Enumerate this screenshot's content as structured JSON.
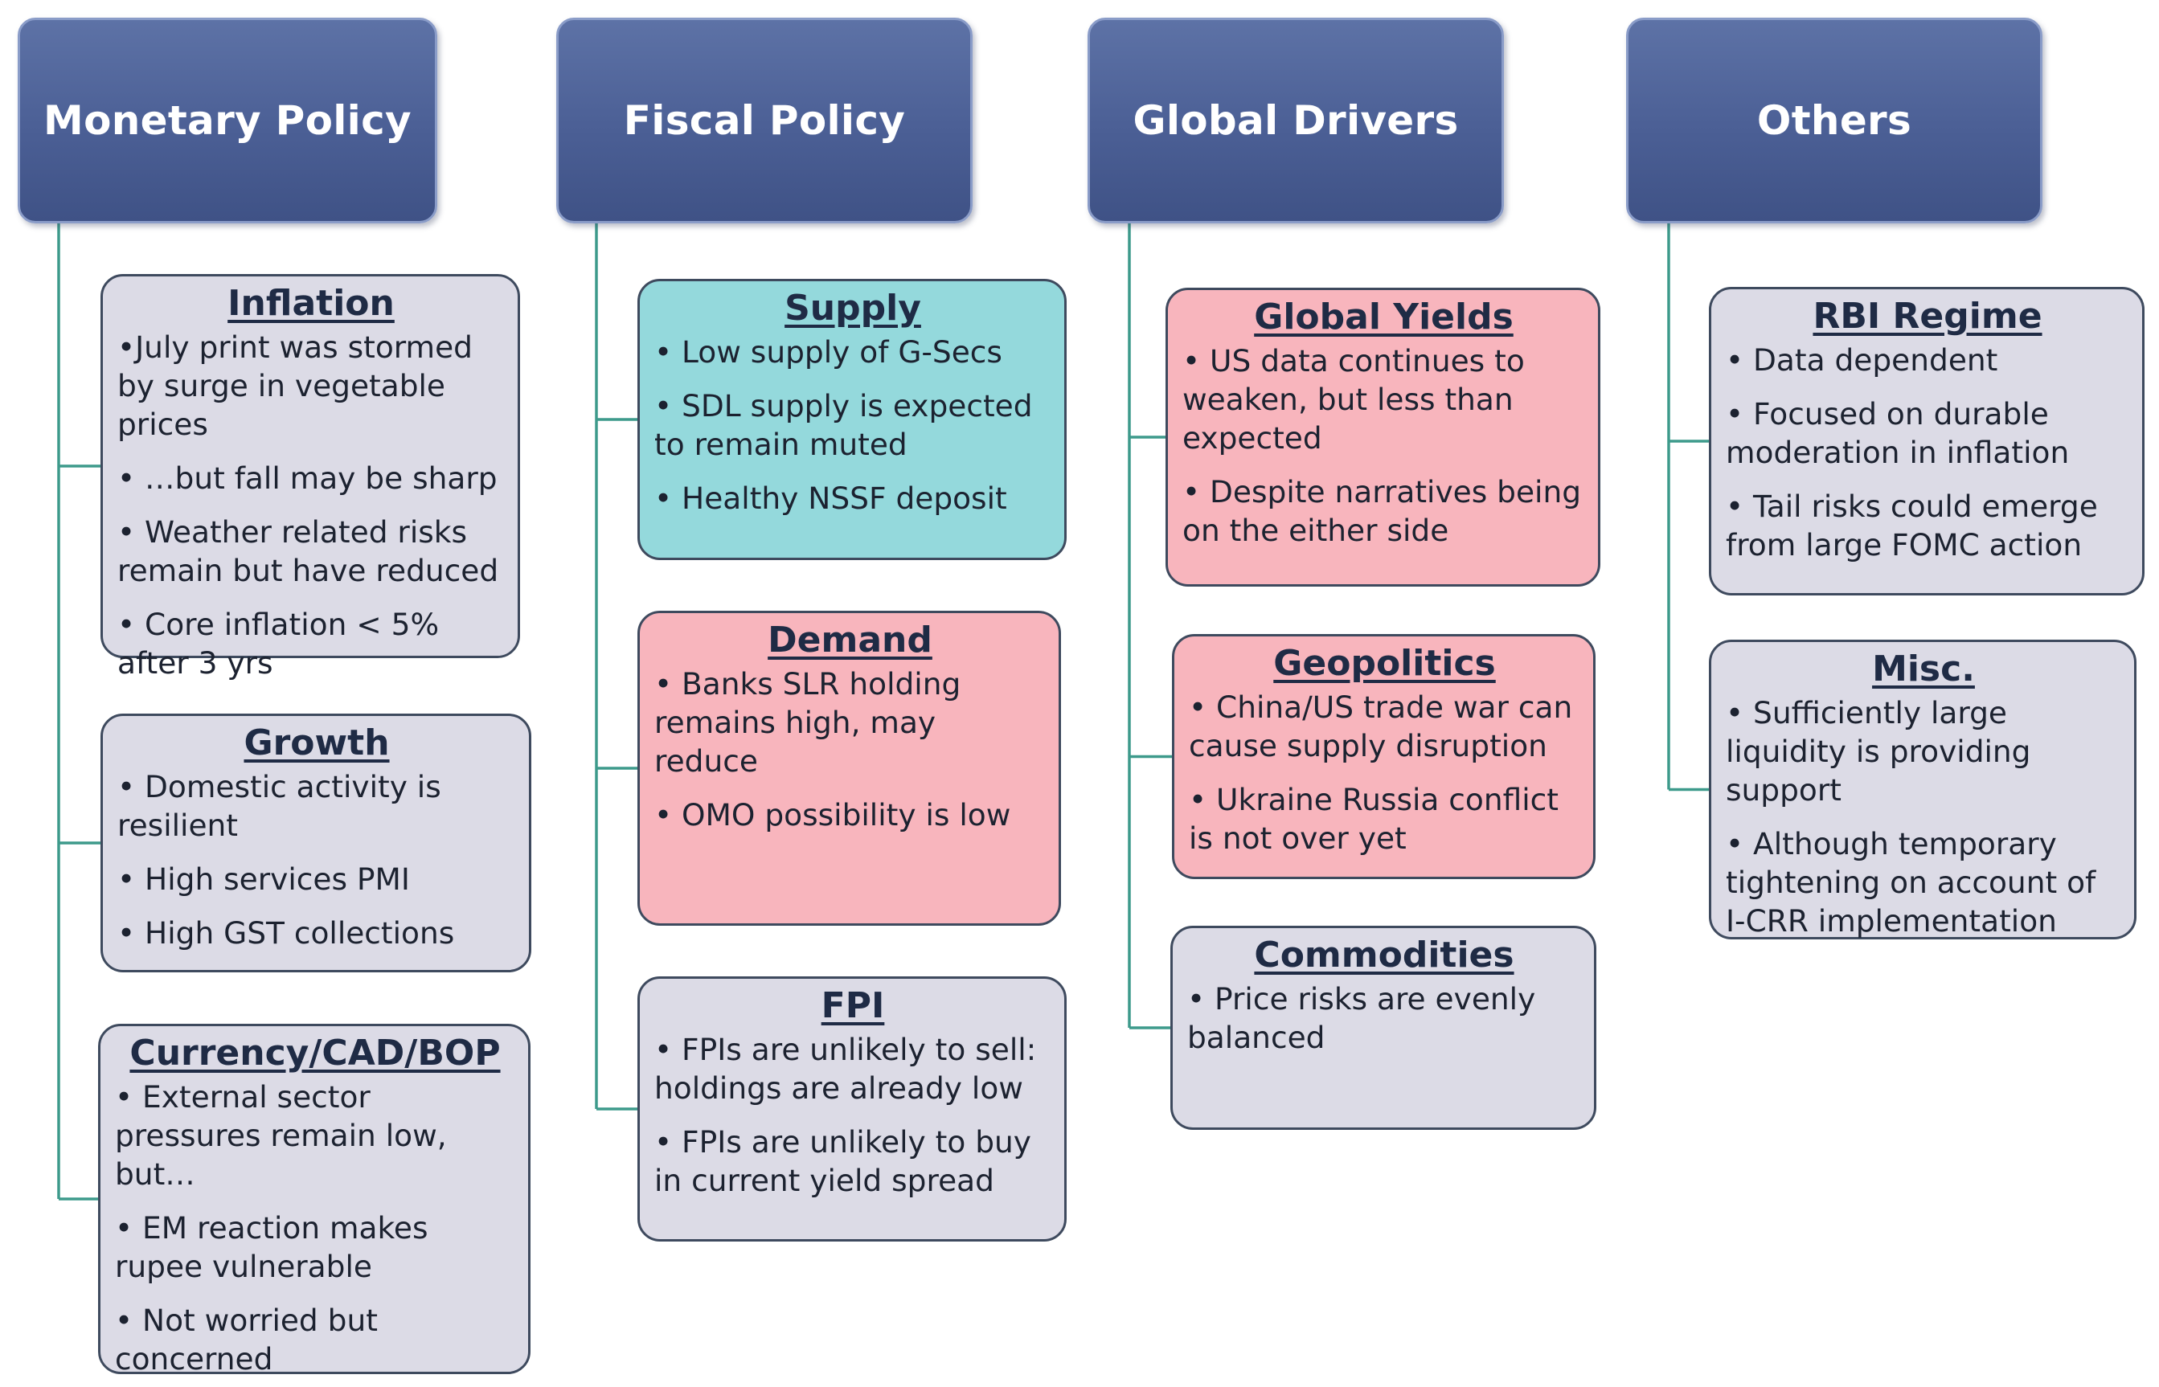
{
  "columns": [
    {
      "title": "Monetary Policy",
      "cards": [
        {
          "title": "Inflation",
          "color": "gray",
          "bullets": [
            "•July print was stormed by surge in vegetable prices",
            "• …but fall may be sharp",
            "• Weather related risks remain but have reduced",
            "• Core inflation < 5% after 3 yrs"
          ]
        },
        {
          "title": "Growth",
          "color": "gray",
          "bullets": [
            "• Domestic activity is resilient",
            "• High services PMI",
            "• High GST collections"
          ]
        },
        {
          "title": "Currency/CAD/BOP",
          "color": "gray",
          "bullets": [
            "• External sector pressures remain low, but…",
            "• EM reaction makes rupee vulnerable",
            "•  Not worried but concerned"
          ]
        }
      ]
    },
    {
      "title": "Fiscal Policy",
      "cards": [
        {
          "title": "Supply",
          "color": "teal",
          "bullets": [
            "• Low supply of G-Secs",
            "• SDL supply is expected to remain muted",
            "• Healthy NSSF deposit"
          ]
        },
        {
          "title": "Demand",
          "color": "pink",
          "bullets": [
            "• Banks SLR holding remains high, may reduce",
            "• OMO possibility is low"
          ]
        },
        {
          "title": "FPI",
          "color": "gray",
          "bullets": [
            "• FPIs are unlikely to sell: holdings are already low",
            "• FPIs are unlikely to buy in current yield spread"
          ]
        }
      ]
    },
    {
      "title": "Global Drivers",
      "cards": [
        {
          "title": "Global Yields",
          "color": "pink",
          "bullets": [
            "• US data continues to weaken, but less than expected",
            "• Despite narratives being on the either side"
          ]
        },
        {
          "title": "Geopolitics",
          "color": "pink",
          "bullets": [
            "• China/US trade war can cause supply disruption",
            "• Ukraine Russia conflict is not over yet"
          ]
        },
        {
          "title": "Commodities",
          "color": "gray",
          "bullets": [
            "• Price risks are evenly balanced"
          ]
        }
      ]
    },
    {
      "title": "Others",
      "cards": [
        {
          "title": "RBI Regime",
          "color": "gray",
          "bullets": [
            "• Data dependent",
            "• Focused on durable moderation in inflation",
            "• Tail risks could emerge from large FOMC action"
          ]
        },
        {
          "title": "Misc.",
          "color": "gray",
          "bullets": [
            "• Sufficiently large liquidity is providing support",
            "• Although temporary tightening on account of I-CRR implementation"
          ]
        }
      ]
    }
  ],
  "colors": {
    "header": "#4b5f95",
    "connector": "#3d9a8b",
    "gray": "#dcdbe6",
    "pink": "#f8b5bd",
    "teal": "#94d9dc",
    "border": "#3e4a5e"
  }
}
